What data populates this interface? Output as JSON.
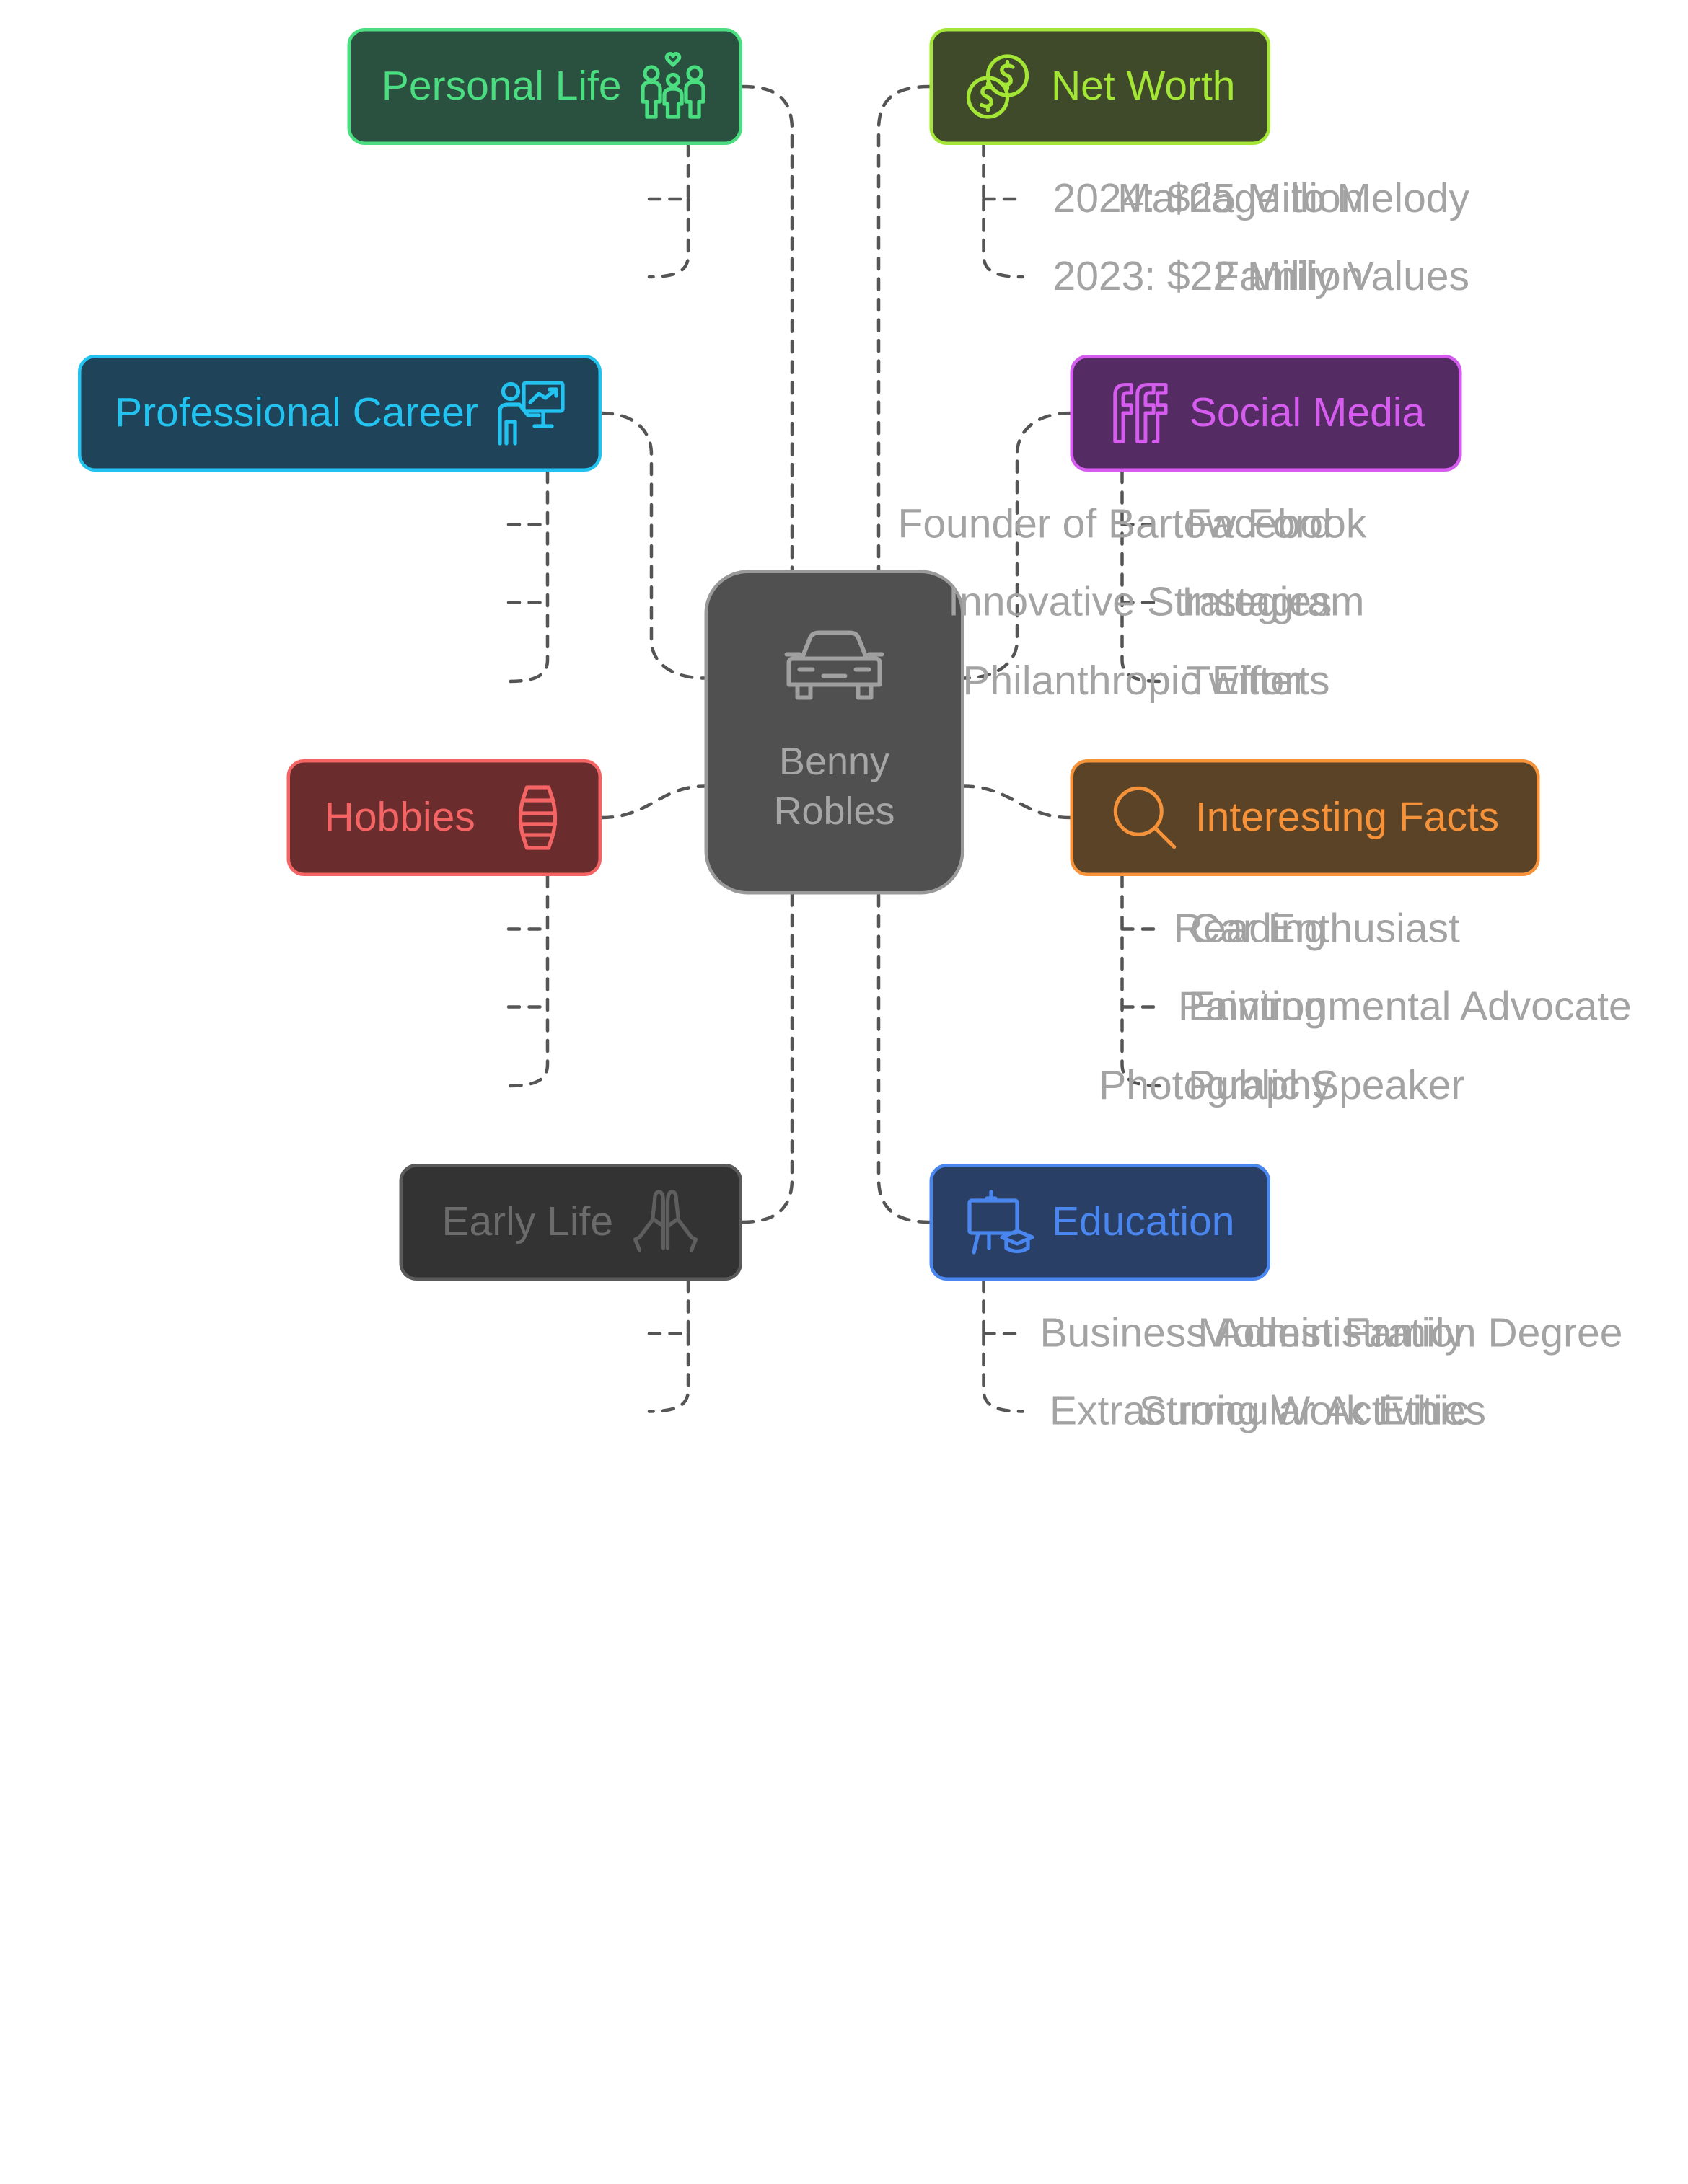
{
  "center": {
    "line1": "Benny",
    "line2": "Robles",
    "icon": "car-icon"
  },
  "branches": {
    "personal_life": {
      "label": "Personal Life",
      "icon": "family-icon",
      "color": "#4ade80",
      "fill": "#2a5040",
      "items": [
        "Marriage to Melody",
        "Family Values"
      ]
    },
    "net_worth": {
      "label": "Net Worth",
      "icon": "coins-icon",
      "color": "#a3e635",
      "fill": "#3f4a2a",
      "items": [
        "2024: $25 Million",
        "2023: $22 Million"
      ]
    },
    "professional_career": {
      "label": "Professional Career",
      "icon": "presenter-icon",
      "color": "#22c3f0",
      "fill": "#1f4459",
      "items": [
        "Founder of Bartow Ford",
        "Innovative Strategies",
        "Philanthropic Efforts"
      ]
    },
    "social_media": {
      "label": "Social Media",
      "icon": "social-ff-icon",
      "color": "#d65cf0",
      "fill": "#542b63",
      "items": [
        "Facebook",
        "Instagram",
        "Twitter"
      ]
    },
    "hobbies": {
      "label": "Hobbies",
      "icon": "lantern-icon",
      "color": "#f46464",
      "fill": "#6a2c2c",
      "items": [
        "Reading",
        "Painting",
        "Photography"
      ]
    },
    "interesting_facts": {
      "label": "Interesting Facts",
      "icon": "magnifier-icon",
      "color": "#f5923a",
      "fill": "#5a4327",
      "items": [
        "Car Enthusiast",
        "Environmental Advocate",
        "Public Speaker"
      ]
    },
    "early_life": {
      "label": "Early Life",
      "icon": "praying-hands-icon",
      "color": "#5a5a5a",
      "fill": "#333333",
      "items": [
        "Modest Family",
        "Strong Work Ethic"
      ]
    },
    "education": {
      "label": "Education",
      "icon": "graduation-board-icon",
      "color": "#4a86f0",
      "fill": "#2a3f66",
      "items": [
        "Business Administration Degree",
        "Extracurricular Activities"
      ]
    }
  },
  "colors": {
    "leaf_text": "#a3a3a3",
    "connector": "#555555",
    "center_fill": "#505050",
    "center_border": "#999999"
  }
}
